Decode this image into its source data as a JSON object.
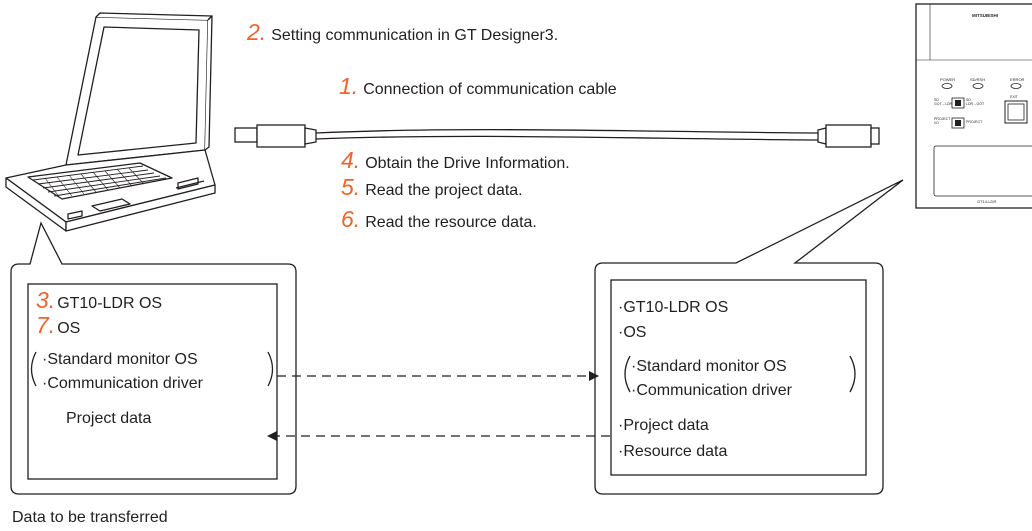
{
  "colors": {
    "step_number": "#f0642a",
    "line": "#231f20"
  },
  "steps": {
    "s2": {
      "num": "2.",
      "text": "Setting communication in GT Designer3."
    },
    "s1": {
      "num": "1.",
      "text": "Connection of communication cable"
    },
    "s4": {
      "num": "4.",
      "text": "Obtain the Drive Information."
    },
    "s5": {
      "num": "5.",
      "text": "Read the project data."
    },
    "s6": {
      "num": "6.",
      "text": "Read the resource data."
    }
  },
  "left_box": {
    "s3": {
      "num": "3.",
      "text": "GT10-LDR OS"
    },
    "s7": {
      "num": "7.",
      "text": "OS"
    },
    "standard_monitor": "Standard monitor OS",
    "comm_driver": "Communication driver",
    "project_data": "Project data"
  },
  "right_box": {
    "gt10": "GT10-LDR OS",
    "os": "OS",
    "standard_monitor": "Standard monitor OS",
    "comm_driver": "Communication driver",
    "project_data": "Project data",
    "resource_data": "Resource data"
  },
  "device": {
    "brand": "MITSUBISHI",
    "led_power": "POWER",
    "led_sdrx": "SD/RSH",
    "led_error": "ERROR",
    "sw1_a": "SD",
    "sw1_b": "GOT→LDR",
    "sw1_c": "SD",
    "sw1_d": "LDR→GOT",
    "sw2_a": "PROJECT",
    "sw2_b": "I/O",
    "sw2_c": "PROJECT",
    "exit_label": "EXIT",
    "model": "GT14-LDR"
  },
  "caption": "Data to be transferred"
}
